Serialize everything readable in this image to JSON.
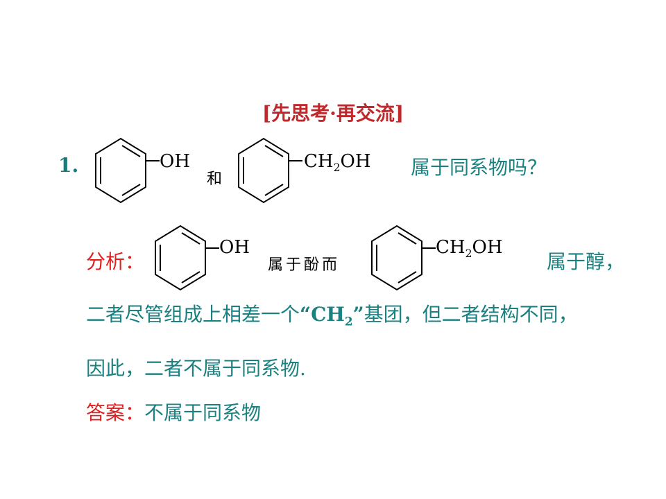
{
  "title": "[先思考·再交流]",
  "question": {
    "number": "1.",
    "connector": "和",
    "ending": "属于同系物吗？"
  },
  "molecules": {
    "phenol_group": "OH",
    "benzyl_group_part1": "CH",
    "benzyl_group_sub": "2",
    "benzyl_group_part2": "OH"
  },
  "analysis": {
    "label": "分析：",
    "middle": "属于酚而",
    "ending": "属于醇，",
    "line2_before": "二者尽管组成上相差一个",
    "line2_quote_open": "“",
    "line2_formula": "CH",
    "line2_formula_sub": "2",
    "line2_quote_close": "”",
    "line2_after": "基团，但二者结构不同，",
    "line3": "因此，二者不属于同系物."
  },
  "answer": {
    "label": "答案：",
    "text": "不属于同系物"
  },
  "colors": {
    "title": "#c0282b",
    "teal": "#1a8080",
    "red": "#e02020"
  }
}
